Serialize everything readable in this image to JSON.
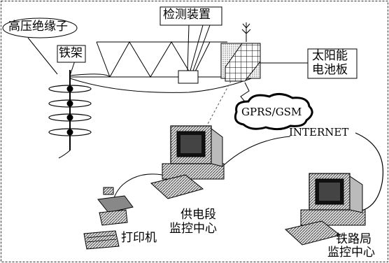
{
  "labels": {
    "insulator": "高压绝缘子",
    "iron_frame": "铁架",
    "detector": "检测装置",
    "solar_panel_line1": "太阳能",
    "solar_panel_line2": "电池板",
    "gprs": "GPRS/GSM",
    "internet": "INTERNET",
    "printer": "打印机",
    "power_section_line1": "供电段",
    "power_section_line2": "监控中心",
    "railway_bureau_line1": "铁路局",
    "railway_bureau_line2": "监控中心"
  }
}
